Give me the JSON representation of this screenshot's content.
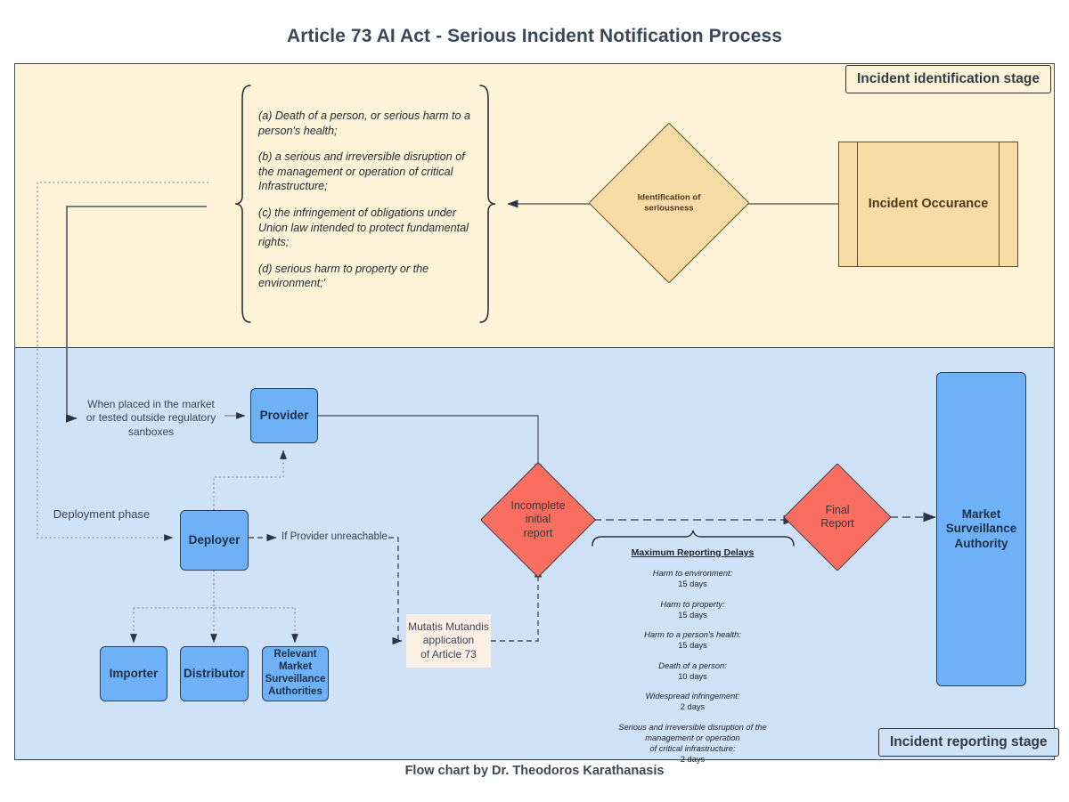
{
  "title": "Article 73 AI Act - Serious Incident Notification Process",
  "footer": "Flow chart by Dr. Theodoros Karathanasis",
  "stages": {
    "identification": {
      "label": "Incident identification stage",
      "fill": "#fcf3d9"
    },
    "reporting": {
      "label": "Incident reporting stage",
      "fill": "#cfe2f8"
    }
  },
  "colors": {
    "cream_node": "#f9dba6",
    "blue_node": "#6fb1f7",
    "red_node": "#fa6e62",
    "mutatis_node": "#fcf0e6",
    "edge": "#5a6470",
    "title_text": "#3c4757"
  },
  "nodes": {
    "incident_occurrence": "Incident Occurance",
    "identification_of_seriousness": "Identification of\nseriousness",
    "provider": "Provider",
    "deployer": "Deployer",
    "importer": "Importer",
    "distributor": "Distributor",
    "relevant_msa": "Relevant\nMarket\nSurveillance\nAuthorities",
    "incomplete_initial_report": "Incomplete\ninitial\nreport",
    "final_report": "Final\nReport",
    "market_surveillance_authority": "Market\nSurveillance\nAuthority",
    "mutatis_mutandis": "Mutatis Mutandis\napplication\nof Article 73"
  },
  "edge_labels": {
    "when_placed": "When placed in the market or tested outside regulatory sanboxes",
    "deployment_phase": "Deployment phase",
    "if_provider_unreachable": "If Provider unreachable"
  },
  "seriousness_criteria": [
    "(a) Death of a person, or serious harm to a person's health;",
    "(b) a serious and irreversible disruption of the management or operation of critical Infrastructure;",
    "(c) the infringement of obligations under Union law intended to protect fundamental rights;",
    "(d) serious harm to property or the environment;'"
  ],
  "reporting_delays": {
    "title": "Maximum Reporting Delays",
    "items": [
      {
        "name": "Harm to environment:",
        "value": "15 days"
      },
      {
        "name": "Harm to property:",
        "value": "15 days"
      },
      {
        "name": "Harm to a person's health:",
        "value": "15 days"
      },
      {
        "name": "Death of a person:",
        "value": "10 days"
      },
      {
        "name": "Widespread infringement:",
        "value": "2 days"
      },
      {
        "name": "Serious and irreversible disruption of the\nmanagement or operation\nof critical infrastructure:",
        "value": "2 days"
      }
    ]
  },
  "chart_data": {
    "type": "diagram",
    "title": "Article 73 AI Act - Serious Incident Notification Process",
    "lanes": [
      "Incident identification stage",
      "Incident reporting stage"
    ],
    "edges": [
      {
        "from": "Incident Occurance",
        "to": "Identification of seriousness",
        "style": "solid"
      },
      {
        "from": "Identification of seriousness",
        "to": "seriousness criteria brace",
        "style": "solid"
      },
      {
        "from": "seriousness criteria brace",
        "to": "When placed in the market or tested outside regulatory sanboxes",
        "style": "solid"
      },
      {
        "from": "seriousness criteria brace",
        "to": "Deployment phase",
        "style": "dotted"
      },
      {
        "from": "When placed in the market or tested outside regulatory sanboxes",
        "to": "Provider",
        "style": "solid"
      },
      {
        "from": "Deployment phase",
        "to": "Deployer",
        "style": "dotted"
      },
      {
        "from": "Deployer",
        "to": "Provider",
        "style": "dotted"
      },
      {
        "from": "Deployer",
        "to": "Importer",
        "style": "dotted"
      },
      {
        "from": "Deployer",
        "to": "Distributor",
        "style": "dotted"
      },
      {
        "from": "Deployer",
        "to": "Relevant Market Surveillance Authorities",
        "style": "dotted"
      },
      {
        "from": "Deployer",
        "to": "If Provider unreachable",
        "style": "dashed"
      },
      {
        "from": "If Provider unreachable",
        "to": "Mutatis Mutandis application of Article 73",
        "style": "dashed"
      },
      {
        "from": "Mutatis Mutandis application of Article 73",
        "to": "Incomplete initial report",
        "style": "dashed"
      },
      {
        "from": "Provider",
        "to": "Incomplete initial report",
        "style": "solid"
      },
      {
        "from": "Incomplete initial report",
        "to": "Final Report",
        "style": "dashed"
      },
      {
        "from": "Final Report",
        "to": "Market Surveillance Authority",
        "style": "dashed"
      }
    ]
  }
}
